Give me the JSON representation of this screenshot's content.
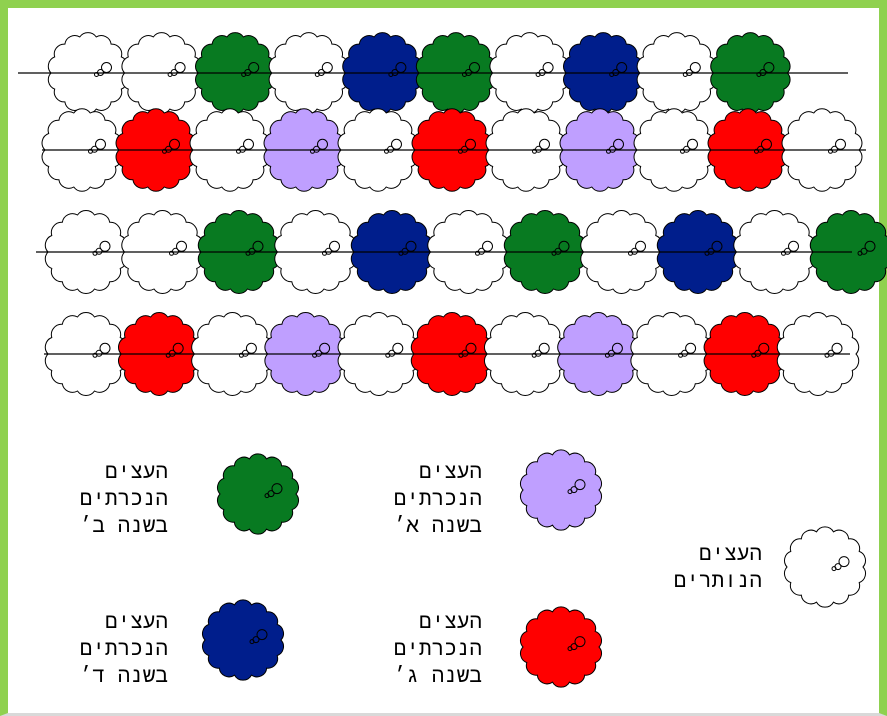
{
  "colors": {
    "remaining": "#ffffff",
    "year_a": "#bf9fff",
    "year_b": "#087a21",
    "year_c": "#ff0000",
    "year_d": "#001e8c",
    "outline": "#000000",
    "frame": "#8fd14f"
  },
  "rows": [
    [
      "white",
      "white",
      "year_b",
      "white",
      "year_d",
      "year_b",
      "white",
      "year_d",
      "white",
      "year_b"
    ],
    [
      "white",
      "year_c",
      "white",
      "year_a",
      "white",
      "year_c",
      "white",
      "year_a",
      "white",
      "year_c",
      "white"
    ],
    [
      "white",
      "white",
      "year_b",
      "white",
      "year_d",
      "white",
      "year_b",
      "white",
      "year_d",
      "white",
      "year_b"
    ],
    [
      "white",
      "year_c",
      "white",
      "year_a",
      "white",
      "year_c",
      "white",
      "year_a",
      "white",
      "year_c",
      "white"
    ]
  ],
  "legend": {
    "year_b": {
      "line1": "העצים",
      "line2": "הנכרתים",
      "line3": "בשנה ב׳"
    },
    "year_a": {
      "line1": "העצים",
      "line2": "הנכרתים",
      "line3": "בשנה א׳"
    },
    "remaining": {
      "line1": "העצים",
      "line2": "הנותרים"
    },
    "year_d": {
      "line1": "העצים",
      "line2": "הנכרתים",
      "line3": "בשנה ד׳"
    },
    "year_c": {
      "line1": "העצים",
      "line2": "הנכרתים",
      "line3": "בשנה ג׳"
    }
  }
}
